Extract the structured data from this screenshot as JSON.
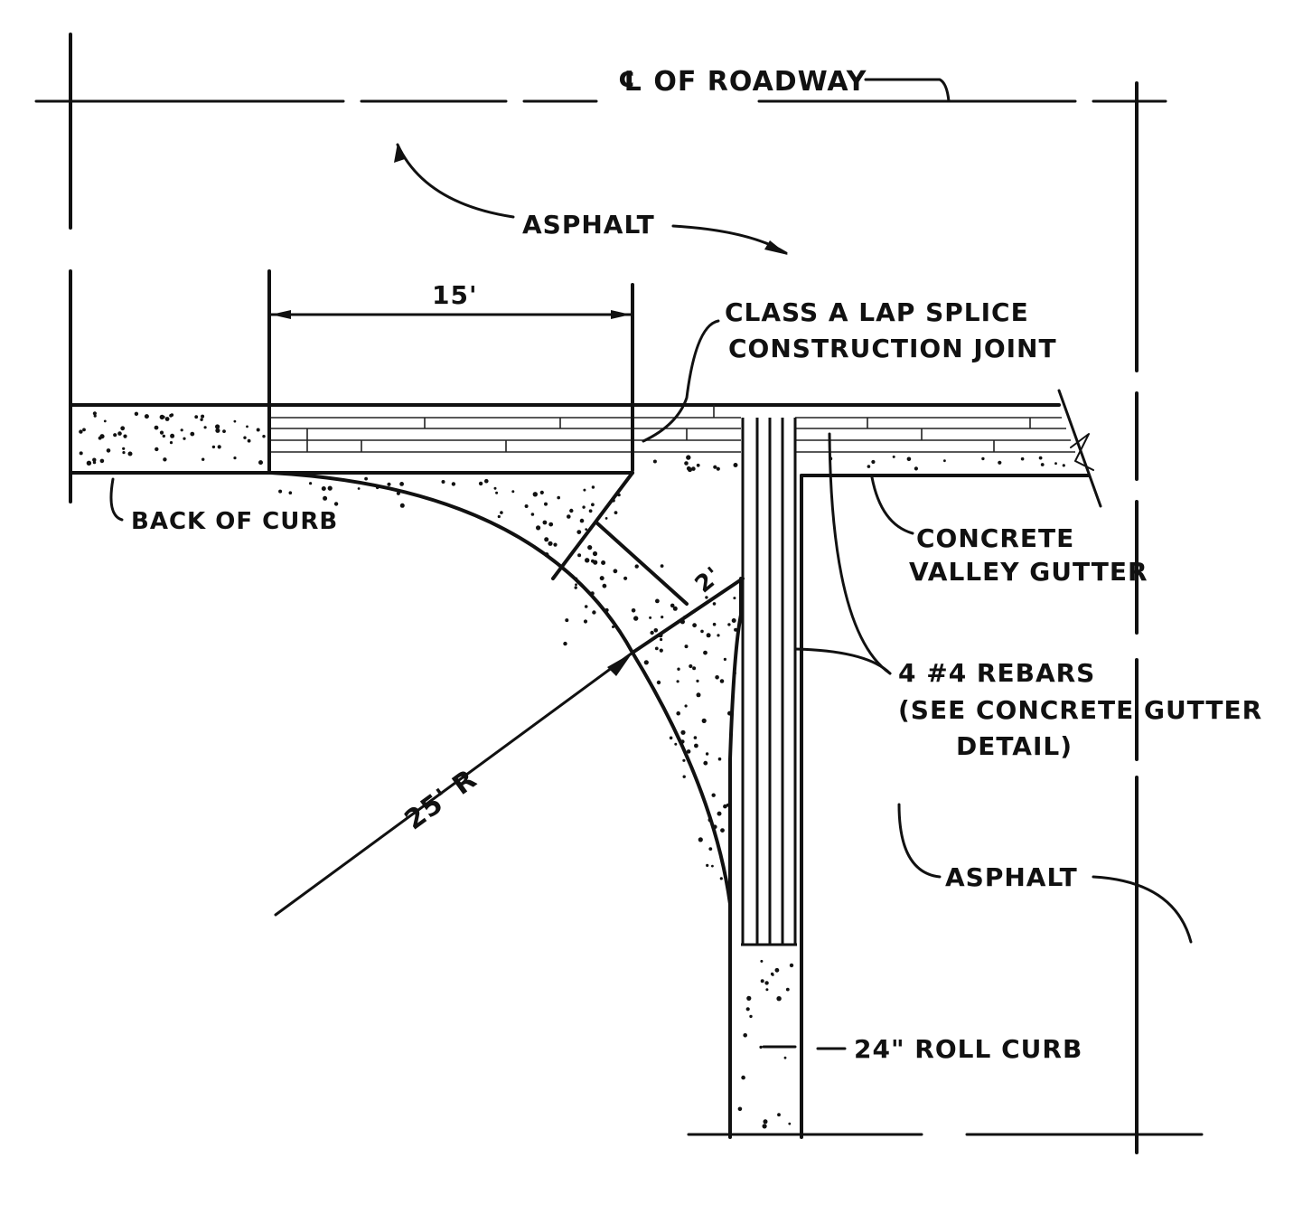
{
  "labels": {
    "centerline": "℄ OF ROADWAY",
    "asphalt_top": "ASPHALT",
    "dim_15": "15'",
    "lap_splice_1": "CLASS A LAP SPLICE",
    "lap_splice_2": "CONSTRUCTION JOINT",
    "back_of_curb": "BACK OF CURB",
    "concrete_1": "CONCRETE",
    "concrete_2": "VALLEY GUTTER",
    "dim_2": "2'",
    "rebars_1": "4 #4 REBARS",
    "rebars_2": "(SEE CONCRETE GUTTER",
    "rebars_3": "DETAIL)",
    "radius": "25' R",
    "asphalt_bottom": "ASPHALT",
    "roll_curb": "24\" ROLL CURB"
  }
}
